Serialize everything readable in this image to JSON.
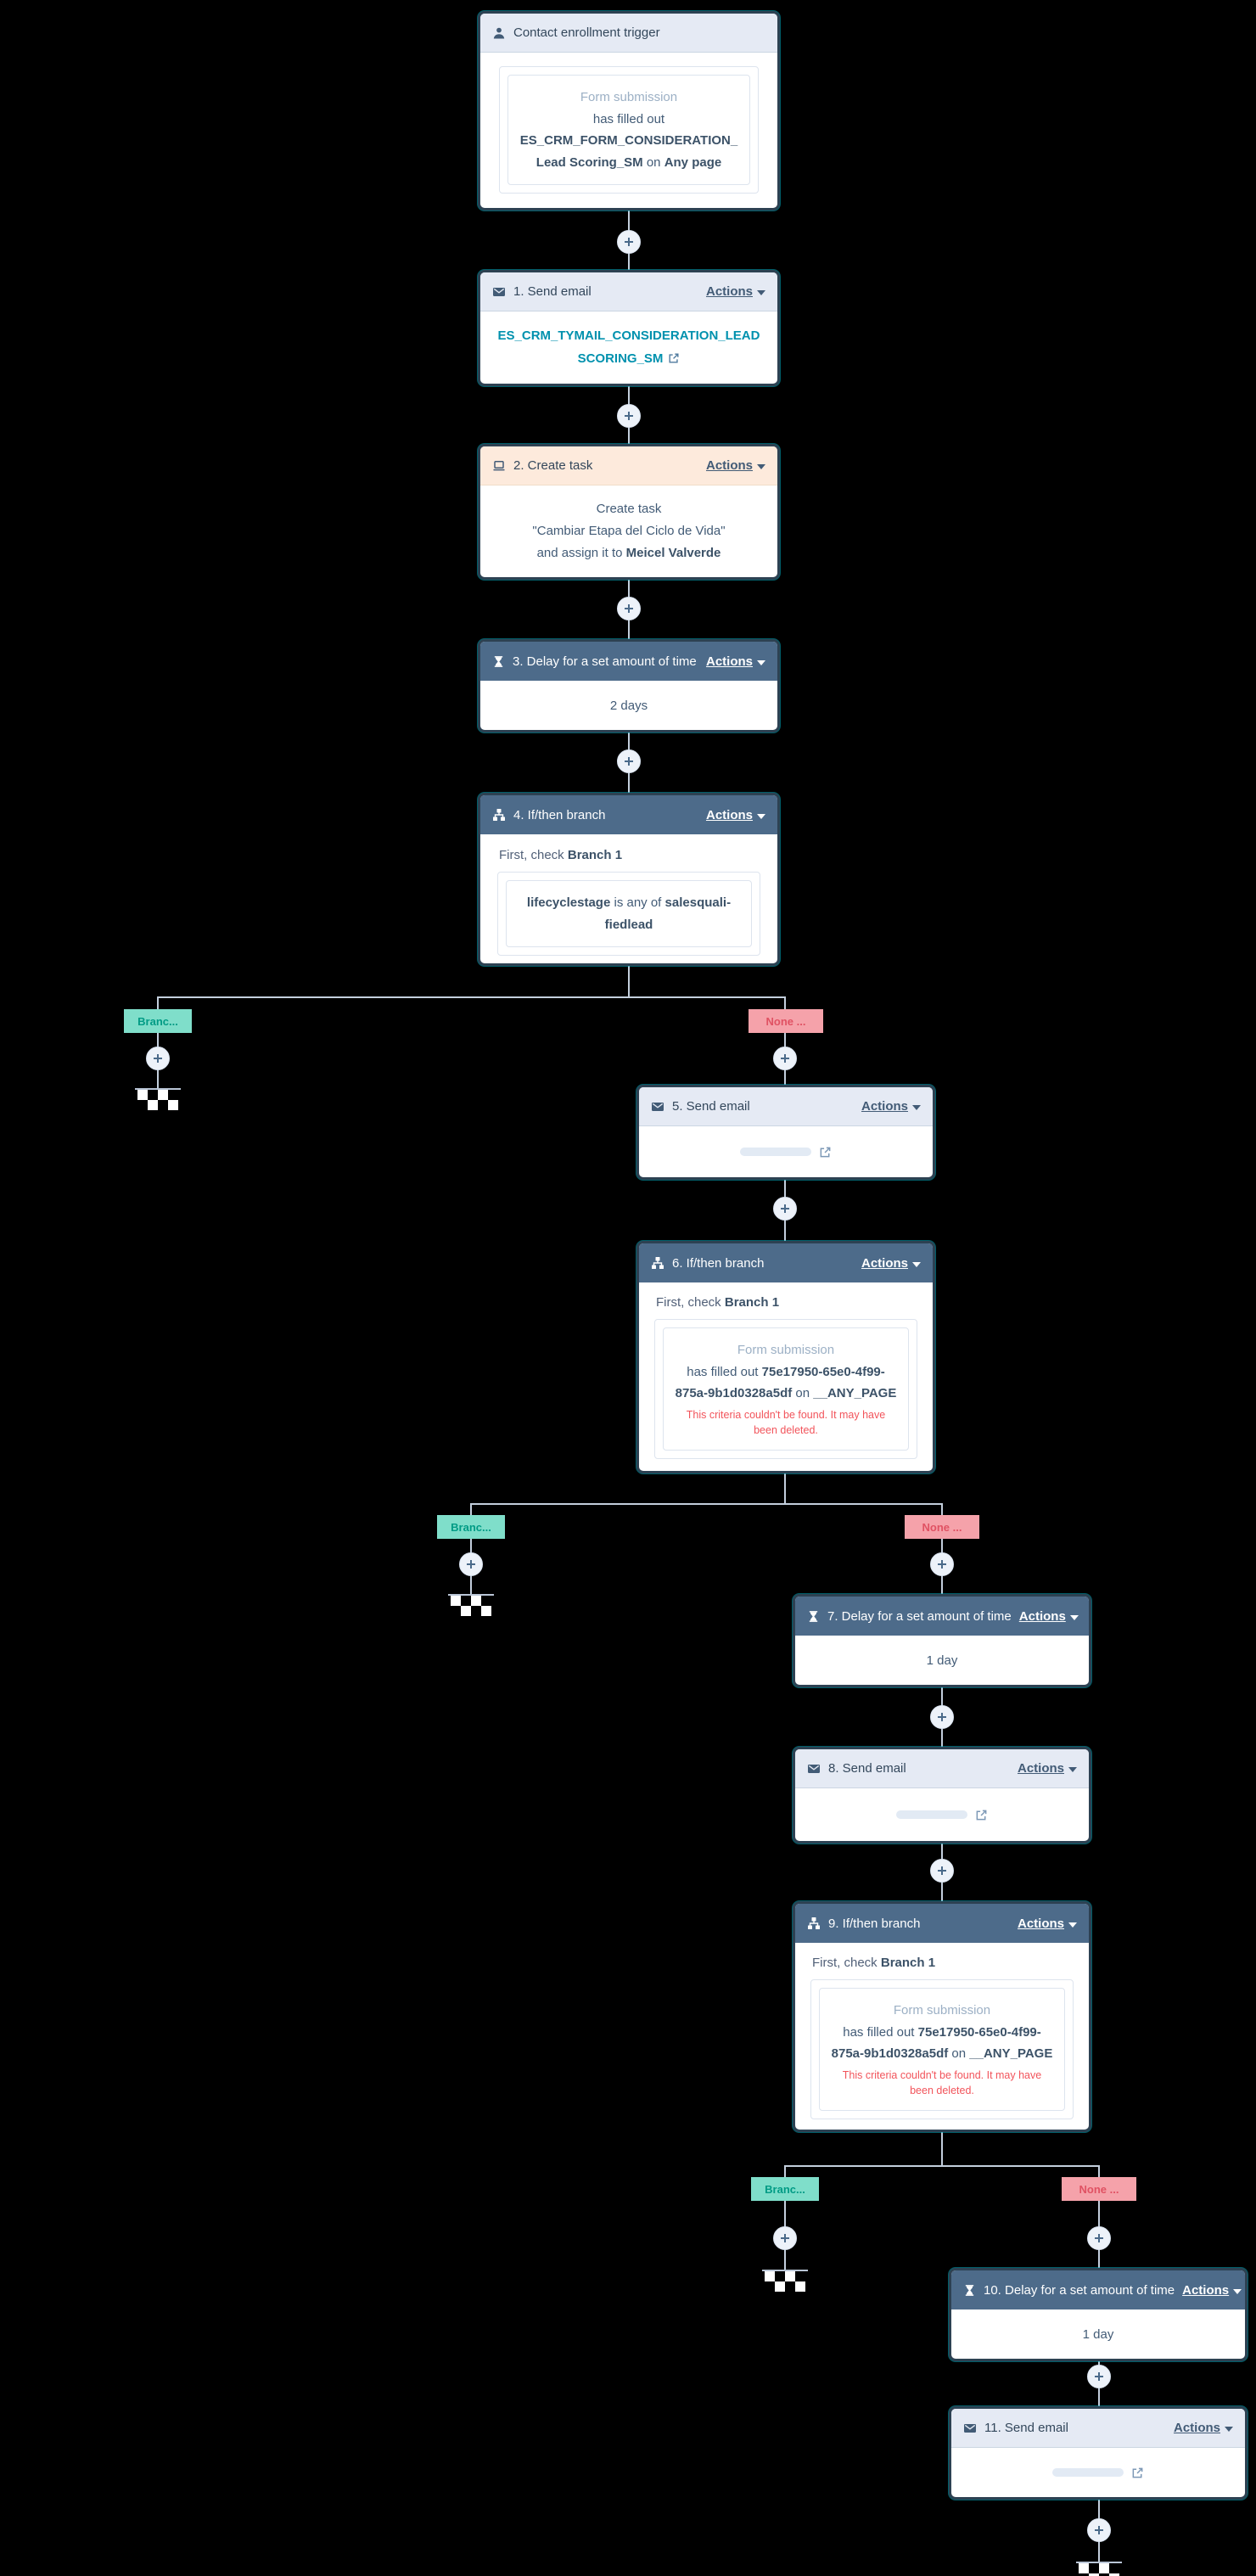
{
  "ui": {
    "actions_label": "Actions",
    "first_check_prefix": "First, check",
    "branch_name": "Branch 1",
    "branch_label_left": "Branc...",
    "branch_label_right": "None ..."
  },
  "colors": {
    "canvas_bg": "#000000",
    "connector": "#c3cfdd",
    "dark_header": "#4d6b8a",
    "light_header": "#e5eaf4",
    "peach_header": "#fdeadc",
    "teal_label_bg": "#7fdeca",
    "teal_label_text": "#009b85",
    "pink_label_bg": "#f5a2aa",
    "pink_label_text": "#e05263",
    "link_teal": "#0091ae",
    "error_red": "#f2545b"
  },
  "trigger": {
    "title": "Contact enrollment trigger",
    "criteria_type": "Form submission",
    "prefix": "has filled out",
    "form_name": "ES_CRM_FORM_CONSIDERATION_Lead Scoring_SM",
    "connector_word": "on",
    "page_scope": "Any page"
  },
  "cards": {
    "send_email_1": {
      "title": "1. Send email",
      "email_name": "ES_CRM_TYMAIL_CONSIDERATION_LEAD SCORING_SM"
    },
    "create_task_2": {
      "title": "2. Create task",
      "line1": "Create task",
      "task_name": "\"Cambiar Etapa del Ciclo de Vida\"",
      "assign_prefix": "and assign it to",
      "assignee": "Meicel Valverde"
    },
    "delay_3": {
      "title": "3. Delay for a set amount of time",
      "duration": "2 days"
    },
    "if_then_4": {
      "title": "4. If/then branch",
      "property": "lifecyclestage",
      "operator": "is any of",
      "value": "salesquali-fiedlead"
    },
    "send_email_5": {
      "title": "5. Send email"
    },
    "if_then_6": {
      "title": "6. If/then branch"
    },
    "delay_7": {
      "title": "7. Delay for a set amount of time",
      "duration": "1 day"
    },
    "send_email_8": {
      "title": "8. Send email"
    },
    "if_then_9": {
      "title": "9. If/then branch"
    },
    "delay_10": {
      "title": "10. Delay for a set amount of time",
      "duration": "1 day"
    },
    "send_email_11": {
      "title": "11. Send email"
    }
  },
  "form_criteria": {
    "criteria_type": "Form submission",
    "prefix": "has filled out",
    "form_id": "75e17950-65e0-4f99-875a-9b1d0328a5df",
    "connector_word": "on",
    "page_scope": "__ANY_PAGE",
    "error": "This criteria couldn't be found. It may have been deleted."
  }
}
